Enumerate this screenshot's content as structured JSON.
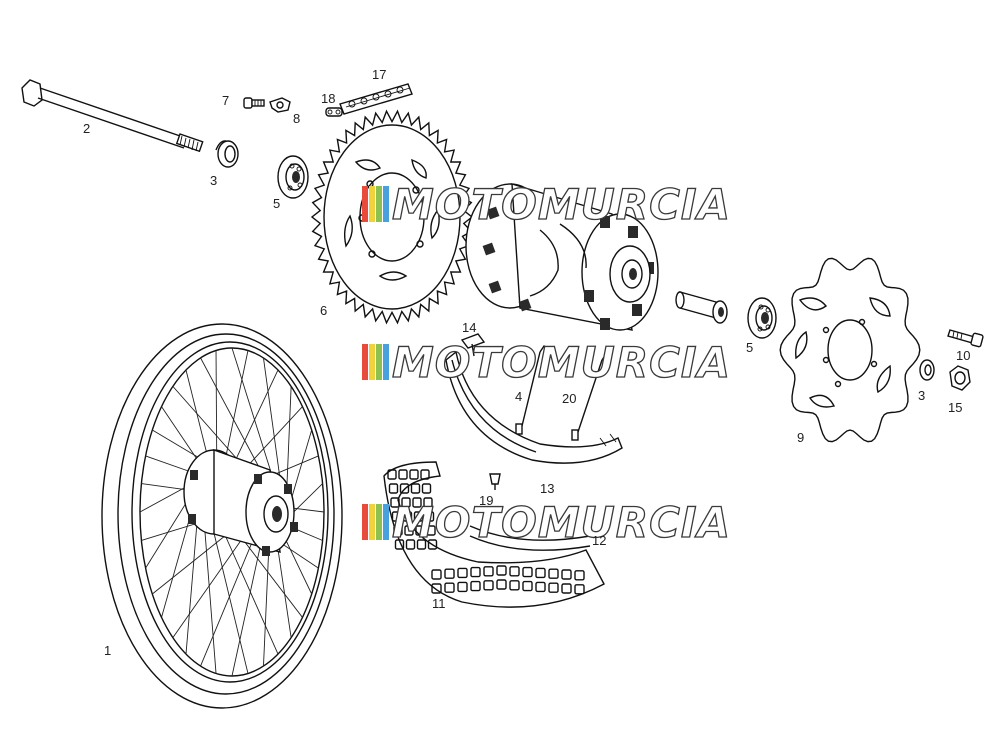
{
  "watermark": {
    "text": "MOTOMURCIA",
    "stripe_colors": [
      "#e84a3c",
      "#f0d23c",
      "#8cc152",
      "#48a0dc"
    ]
  },
  "callouts": [
    {
      "id": "1",
      "text": "1"
    },
    {
      "id": "2",
      "text": "2"
    },
    {
      "id": "3a",
      "text": "3"
    },
    {
      "id": "3b",
      "text": "3"
    },
    {
      "id": "4",
      "text": "4"
    },
    {
      "id": "5a",
      "text": "5"
    },
    {
      "id": "5b",
      "text": "5"
    },
    {
      "id": "6",
      "text": "6"
    },
    {
      "id": "7",
      "text": "7"
    },
    {
      "id": "8",
      "text": "8"
    },
    {
      "id": "9",
      "text": "9"
    },
    {
      "id": "10",
      "text": "10"
    },
    {
      "id": "11",
      "text": "11"
    },
    {
      "id": "12",
      "text": "12"
    },
    {
      "id": "13",
      "text": "13"
    },
    {
      "id": "14",
      "text": "14"
    },
    {
      "id": "15",
      "text": "15"
    },
    {
      "id": "17",
      "text": "17"
    },
    {
      "id": "18",
      "text": "18"
    },
    {
      "id": "19",
      "text": "19"
    },
    {
      "id": "20",
      "text": "20"
    }
  ]
}
